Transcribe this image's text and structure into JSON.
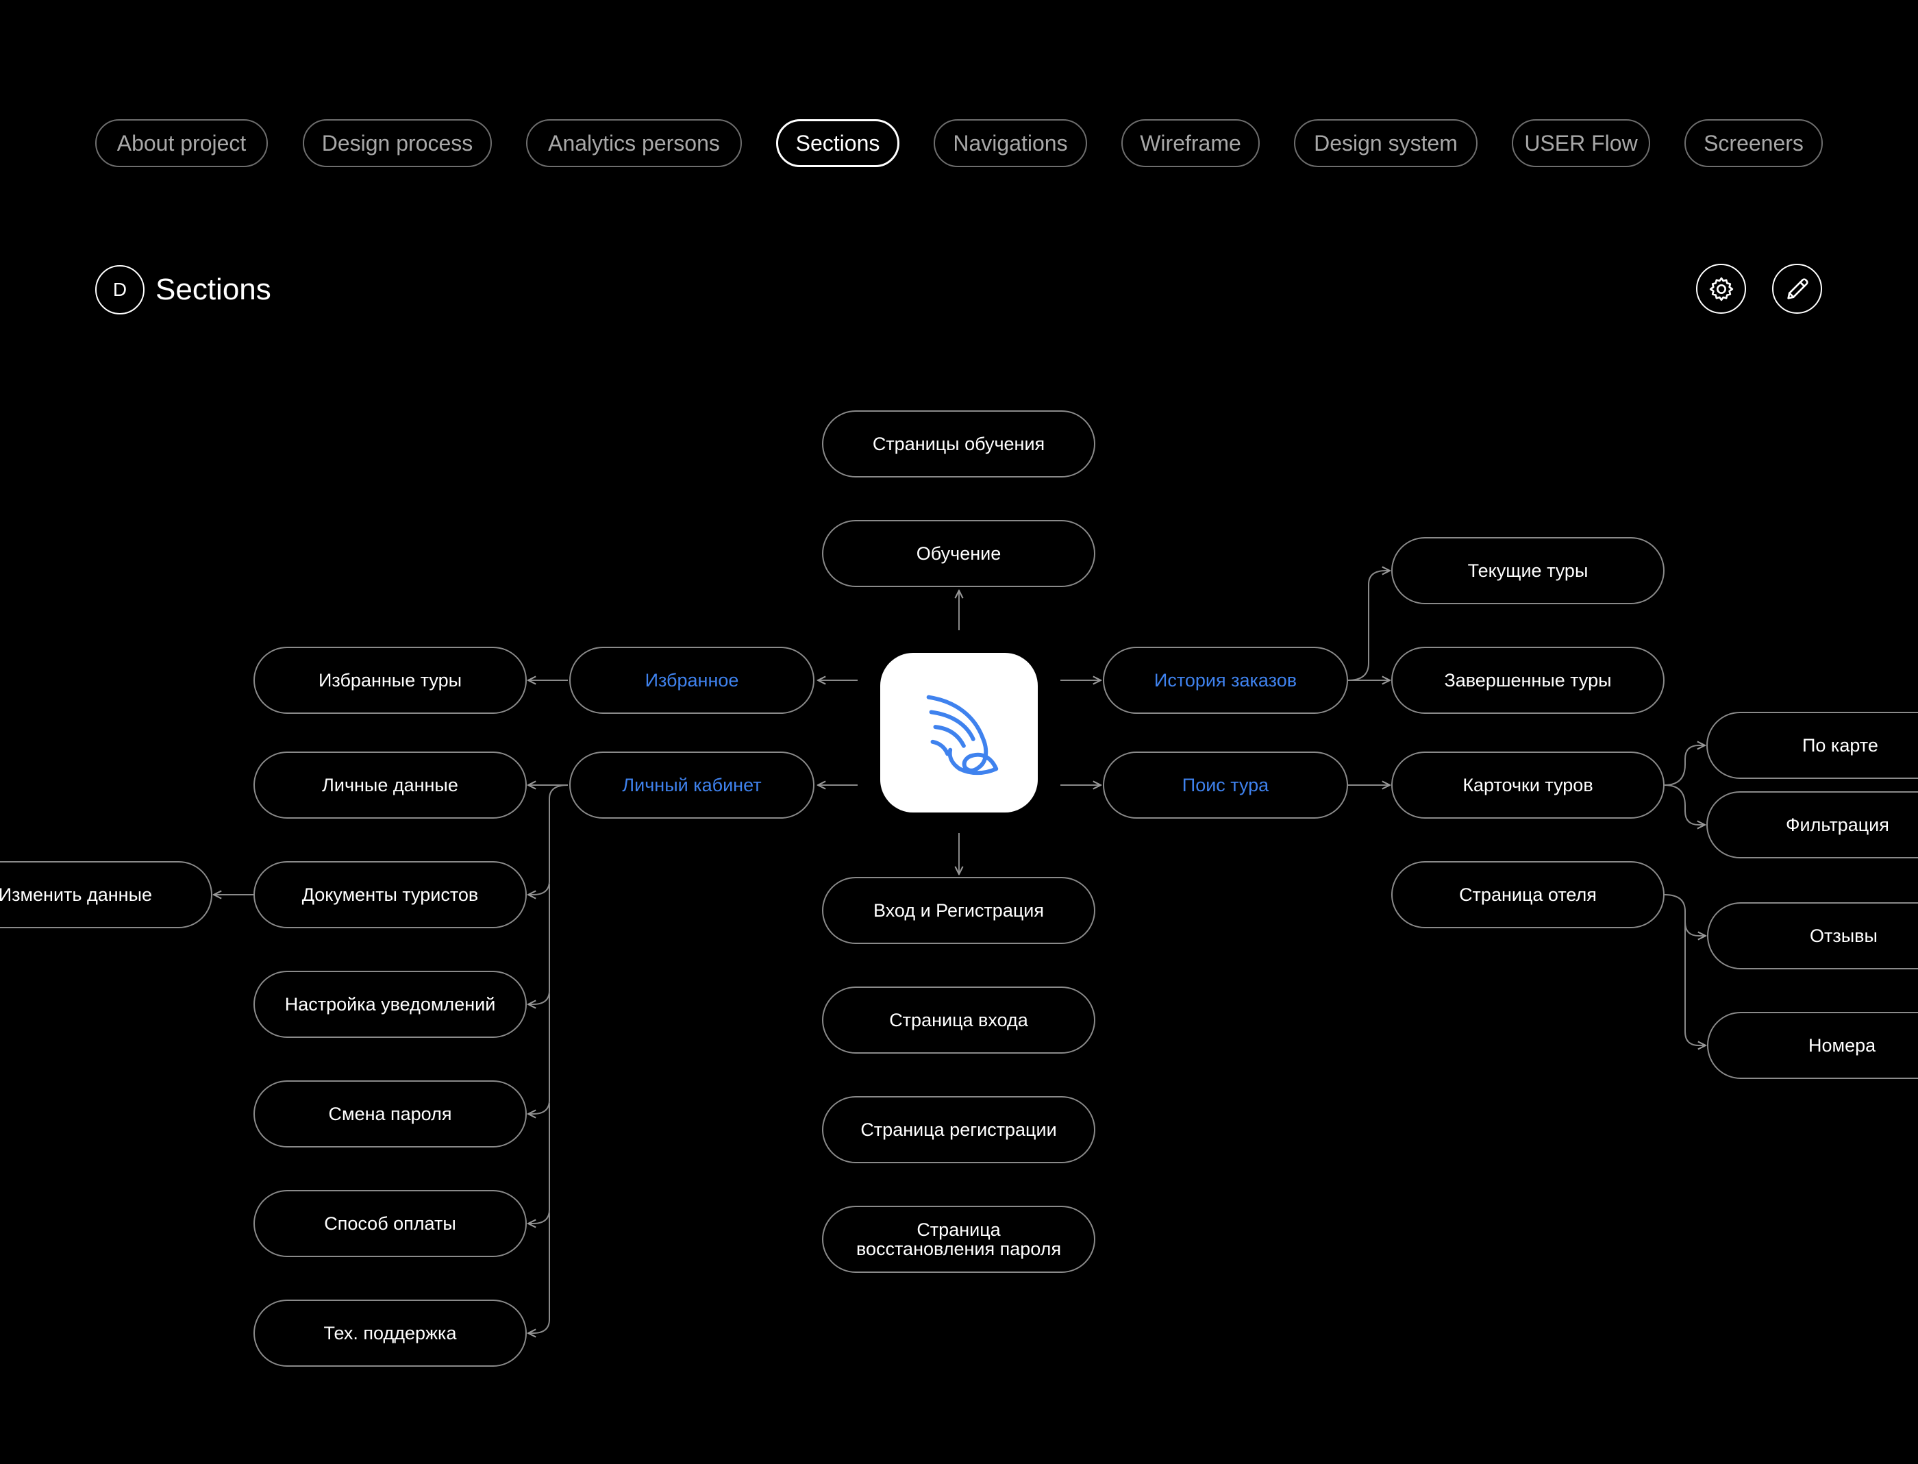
{
  "tabs": [
    {
      "label": "About project",
      "active": false
    },
    {
      "label": "Design process",
      "active": false
    },
    {
      "label": "Analytics persons",
      "active": false
    },
    {
      "label": "Sections",
      "active": true
    },
    {
      "label": "Navigations",
      "active": false
    },
    {
      "label": "Wireframe",
      "active": false
    },
    {
      "label": "Design system",
      "active": false
    },
    {
      "label": "USER Flow",
      "active": false
    },
    {
      "label": "Screeners",
      "active": false
    }
  ],
  "header": {
    "badge": "D",
    "title": "Sections"
  },
  "toolbar": {
    "settings_icon": "gear-icon",
    "edit_icon": "pencil-icon"
  },
  "colors": {
    "background": "#000000",
    "node_border": "#8a8a8a",
    "accent": "#3f82ee",
    "tab_border": "#6e6e6e"
  },
  "diagram": {
    "logo": {
      "icon": "wing-icon"
    },
    "nodes": {
      "learning_pages": "Страницы обучения",
      "learning": "Обучение",
      "favorites": "Избранное",
      "favorite_tours": "Избранные туры",
      "account": "Личный кабинет",
      "personal_data": "Личные данные",
      "tourist_docs": "Документы туристов",
      "edit_data": "Изменить данные",
      "notifications": "Настройка уведомлений",
      "change_password": "Смена пароля",
      "payment_method": "Способ оплаты",
      "support": "Тех. поддержка",
      "login_registration": "Вход и Регистрация",
      "login_page": "Страница входа",
      "registration_page": "Страница регистрации",
      "recovery_page": "Страница восстановления пароля",
      "order_history": "История заказов",
      "current_tours": "Текущие туры",
      "completed_tours": "Завершенные туры",
      "tour_search": "Поис тура",
      "tour_cards": "Карточки туров",
      "by_map": "По карте",
      "filtering": "Фильтрация",
      "hotel_page": "Страница отеля",
      "reviews": "Отзывы",
      "rooms": "Номера"
    }
  }
}
